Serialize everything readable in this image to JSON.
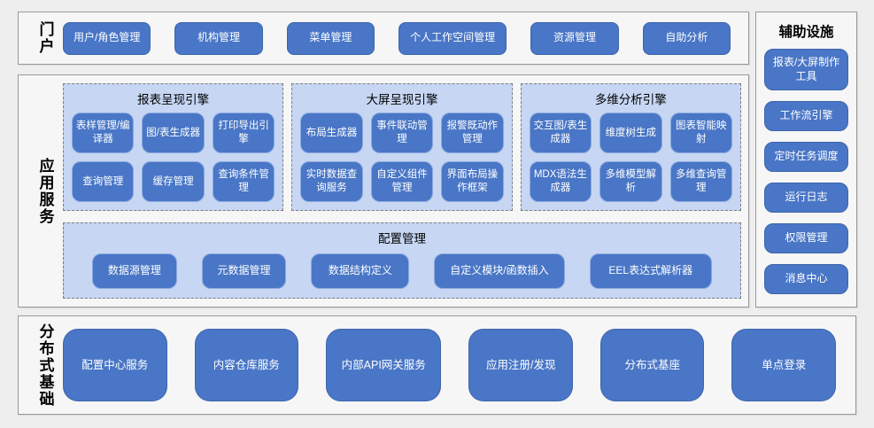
{
  "colors": {
    "accent_blue": "#4976C6",
    "group_background": "#C6D6F3",
    "page_background": "#EEEEEE"
  },
  "portal": {
    "label": "门户",
    "items": [
      "用户/角色管理",
      "机构管理",
      "菜单管理",
      "个人工作空间管理",
      "资源管理",
      "自助分析"
    ]
  },
  "app_services": {
    "label": "应用服务",
    "engines": [
      {
        "title": "报表呈现引擎",
        "items": [
          "表样管理/编译器",
          "图/表生成器",
          "打印导出引擎",
          "查询管理",
          "缓存管理",
          "查询条件管理"
        ]
      },
      {
        "title": "大屏呈现引擎",
        "items": [
          "布局生成器",
          "事件联动管理",
          "报警既动作管理",
          "实时数据查询服务",
          "自定义组件管理",
          "界面布局操作框架"
        ]
      },
      {
        "title": "多维分析引擎",
        "items": [
          "交互图/表生成器",
          "维度树生成",
          "图表智能映射",
          "MDX语法生成器",
          "多维模型解析",
          "多维查询管理"
        ]
      }
    ],
    "config": {
      "title": "配置管理",
      "items": [
        "数据源管理",
        "元数据管理",
        "数据结构定义",
        "自定义模块/函数插入",
        "EEL表达式解析器"
      ]
    }
  },
  "distributed": {
    "label": "分布式基础",
    "items": [
      "配置中心服务",
      "内容仓库服务",
      "内部API网关服务",
      "应用注册/发现",
      "分布式基座",
      "单点登录"
    ]
  },
  "auxiliary": {
    "title": "辅助设施",
    "items": [
      "报表/大屏制作工具",
      "工作流引擎",
      "定时任务调度",
      "运行日志",
      "权限管理",
      "消息中心"
    ]
  }
}
